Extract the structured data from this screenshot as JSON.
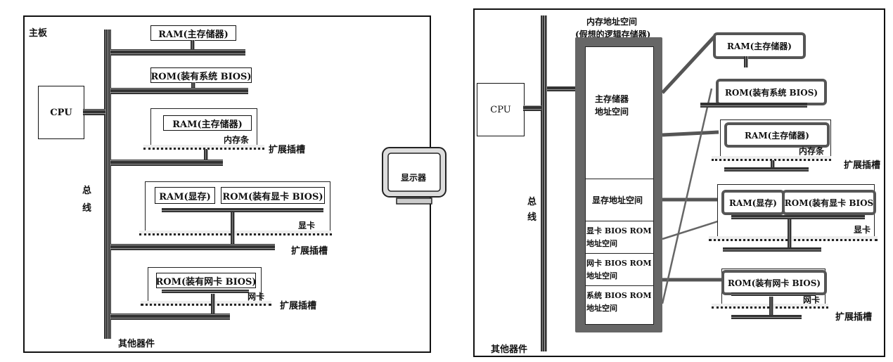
{
  "left": {
    "board_label": "主板",
    "cpu": "CPU",
    "bus_label_1": "总",
    "bus_label_2": "线",
    "ram_main": "RAM(主存储器)",
    "rom_system": "ROM(装有系统 BIOS)",
    "ram_module": "RAM(主存储器)",
    "module_label": "内存条",
    "slot_label": "扩展插槽",
    "ram_video": "RAM(显存)",
    "rom_video": "ROM(装有显卡 BIOS)",
    "video_card_label": "显卡",
    "rom_nic": "ROM(装有网卡 BIOS)",
    "nic_label": "网卡",
    "others": "其他器件",
    "monitor": "显示器"
  },
  "right": {
    "space_title_1": "内存地址空间",
    "space_title_2": "(假想的逻辑存储器)",
    "cpu": "CPU",
    "bus_label_1": "总",
    "bus_label_2": "线",
    "seg_main_1": "主存储器",
    "seg_main_2": "地址空间",
    "seg_vram": "显存地址空间",
    "seg_vbios_1": "显卡 BIOS ROM",
    "seg_vbios_2": "地址空间",
    "seg_nbios_1": "网卡 BIOS ROM",
    "seg_nbios_2": "地址空间",
    "seg_sbios_1": "系统 BIOS ROM",
    "seg_sbios_2": "地址空间",
    "ram_main": "RAM(主存储器)",
    "rom_system": "ROM(装有系统 BIOS)",
    "ram_module": "RAM(主存储器)",
    "module_label": "内存条",
    "slot_label": "扩展插槽",
    "ram_video": "RAM(显存)",
    "rom_video": "ROM(装有显卡 BIOS",
    "video_card_label": "显卡",
    "rom_nic": "ROM(装有网卡 BIOS)",
    "nic_label": "网卡",
    "others": "其他器件"
  }
}
